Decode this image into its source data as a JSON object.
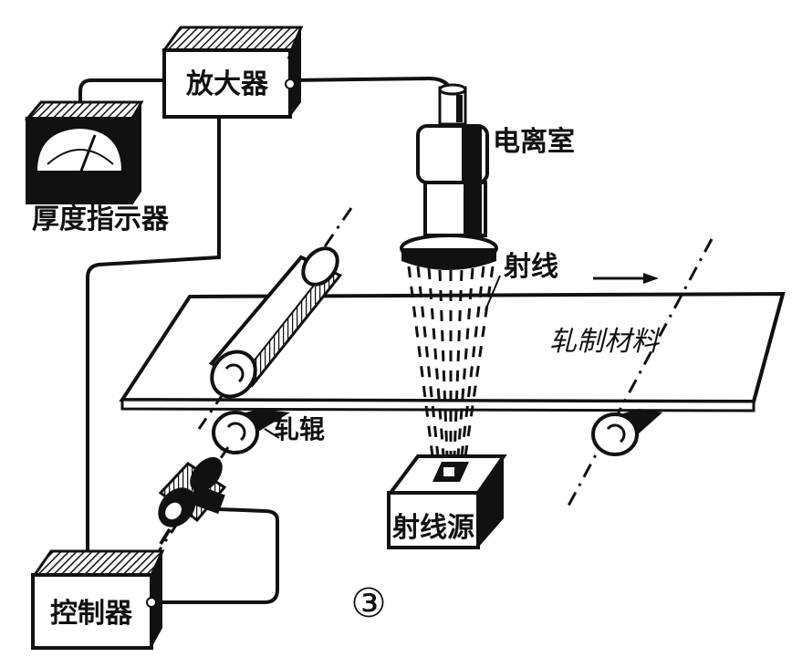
{
  "figure": {
    "number": "③",
    "labels": {
      "amplifier": "放大器",
      "thickness_indicator": "厚度指示器",
      "ion_chamber": "电离室",
      "ray": "射线",
      "rolled_material": "轧制材料",
      "roller": "轧辊",
      "ray_source": "射线源",
      "controller": "控制器"
    }
  },
  "colors": {
    "ink": "#111111",
    "paper": "#ffffff"
  }
}
